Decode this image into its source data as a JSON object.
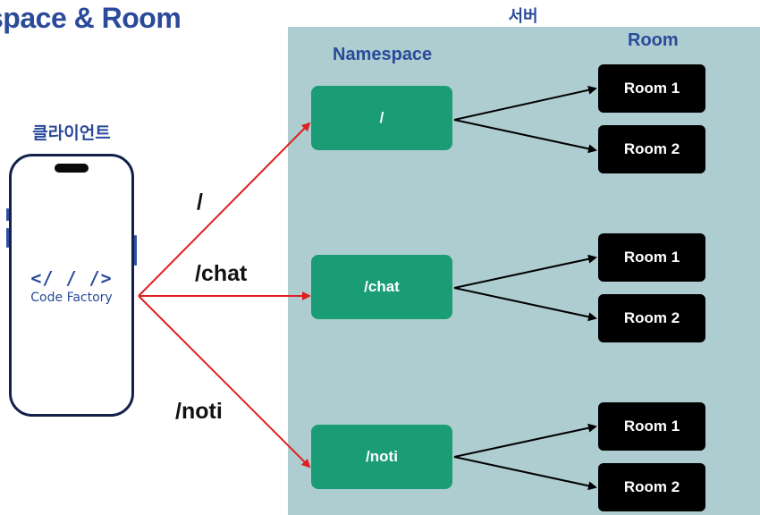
{
  "title": "space & Room",
  "server_label": "서버",
  "namespace_header": "Namespace",
  "room_header": "Room",
  "client_label": "클라이언트",
  "logo": {
    "mark": "</ / />",
    "text": "Code Factory"
  },
  "routes": [
    "/",
    "/chat",
    "/noti"
  ],
  "namespaces": [
    {
      "label": "/",
      "rooms": [
        "Room 1",
        "Room 2"
      ]
    },
    {
      "label": "/chat",
      "rooms": [
        "Room 1",
        "Room 2"
      ]
    },
    {
      "label": "/noti",
      "rooms": [
        "Room 1",
        "Room 2"
      ]
    }
  ],
  "colors": {
    "client_arrow": "#e02020",
    "room_arrow": "#000000",
    "namespace_box": "#1a9c74",
    "room_box": "#000000",
    "server_bg": "#aecdd0",
    "label_blue": "#2a4a9a"
  }
}
